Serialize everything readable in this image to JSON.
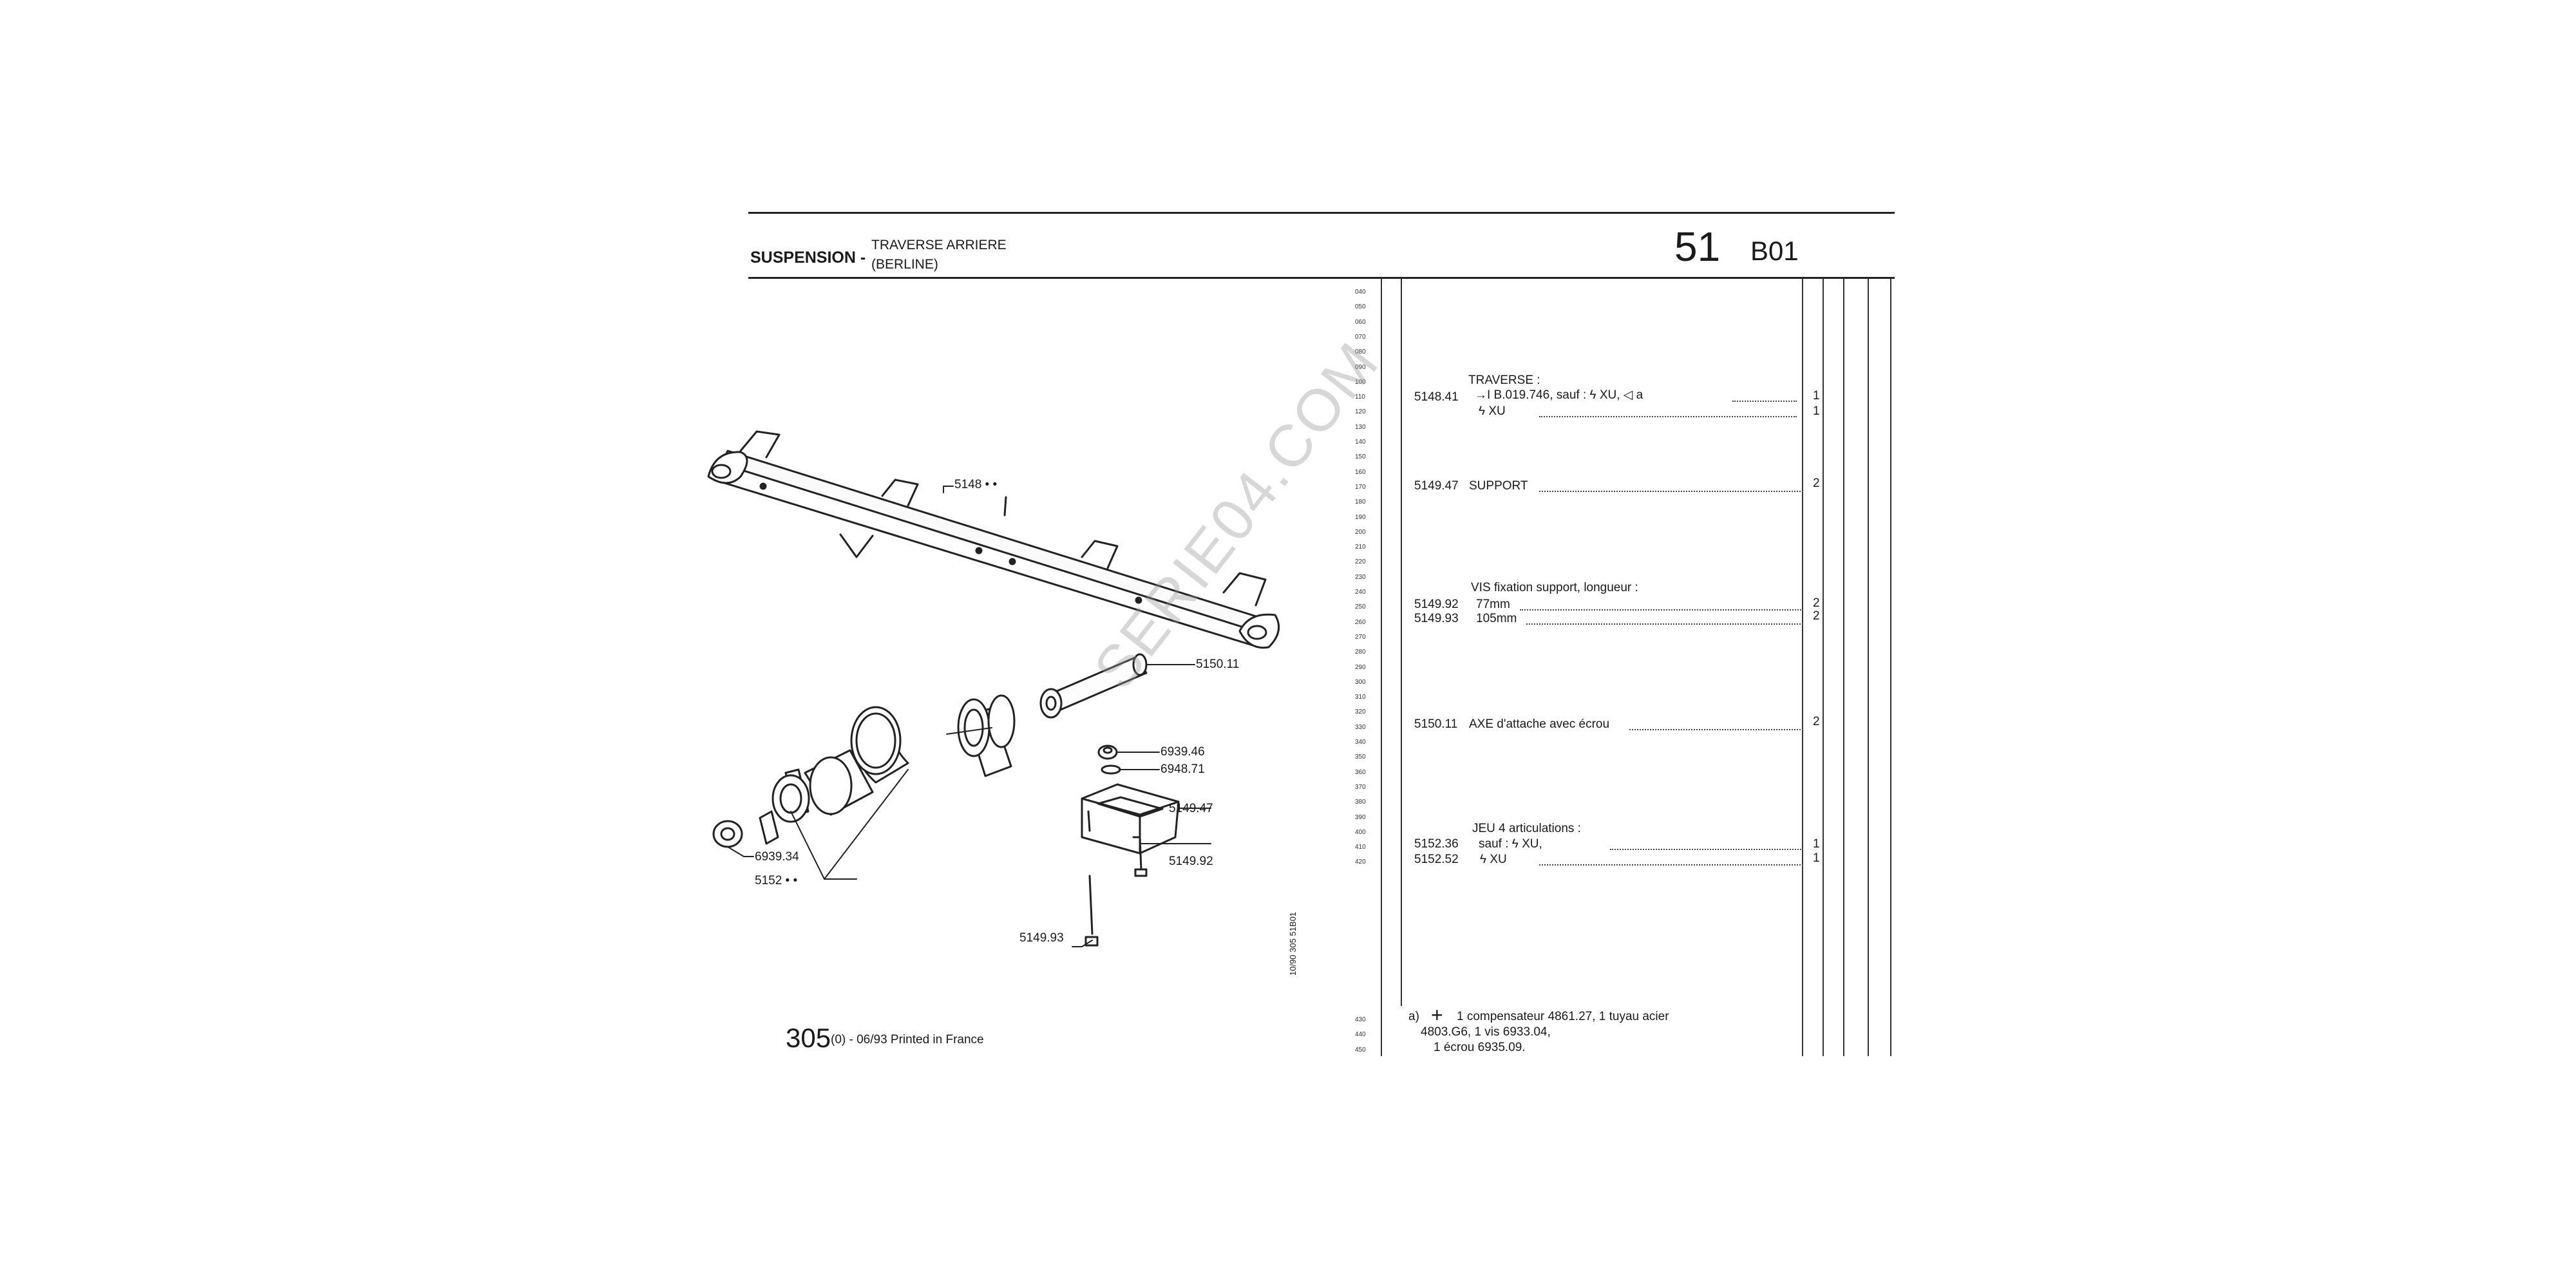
{
  "header": {
    "section": "SUSPENSION -",
    "subtitle_line1": "TRAVERSE ARRIERE",
    "subtitle_line2": "(BERLINE)",
    "group_number": "51",
    "group_code": "B01"
  },
  "row_numbers": [
    "040",
    "050",
    "060",
    "070",
    "080",
    "090",
    "100",
    "110",
    "120",
    "130",
    "140",
    "150",
    "160",
    "170",
    "180",
    "190",
    "200",
    "210",
    "220",
    "230",
    "240",
    "250",
    "260",
    "270",
    "280",
    "290",
    "300",
    "310",
    "320",
    "330",
    "340",
    "350",
    "360",
    "370",
    "380",
    "390",
    "400",
    "410",
    "420"
  ],
  "row_numbers_bottom": [
    "430",
    "440",
    "450"
  ],
  "entries": {
    "traverse_title": "TRAVERSE :",
    "traverse_ref": "5148.41",
    "traverse_line1": "→I B.019.746, sauf : ϟ  XU, ◁ a",
    "traverse_line2": "ϟ  XU",
    "traverse_qty1": "1",
    "traverse_qty2": "1",
    "support_ref": "5149.47",
    "support_desc": "SUPPORT",
    "support_qty": "2",
    "vis_title": "VIS fixation support, longueur :",
    "vis_ref1": "5149.92",
    "vis_desc1": "77mm",
    "vis_qty1": "2",
    "vis_ref2": "5149.93",
    "vis_desc2": "105mm",
    "vis_qty2": "2",
    "axe_ref": "5150.11",
    "axe_desc": "AXE d'attache avec écrou",
    "axe_qty": "2",
    "jeu_title": "JEU 4 articulations :",
    "jeu_ref1": "5152.36",
    "jeu_desc1": "sauf : ϟ  XU,",
    "jeu_qty1": "1",
    "jeu_ref2": "5152.52",
    "jeu_desc2": "ϟ  XU",
    "jeu_qty2": "1"
  },
  "footnote": {
    "marker": "a)",
    "plus": "+",
    "line1": "1 compensateur 4861.27, 1 tuyau acier",
    "line2": "4803.G6, 1 vis 6933.04,",
    "line3": "1 écrou 6935.09."
  },
  "callouts": {
    "c5148": "5148 • •",
    "c5150_11": "5150.11",
    "c6939_46": "6939.46",
    "c6948_71": "6948.71",
    "c5149_47": "5149.47",
    "c5149_92": "5149.92",
    "c5149_93": "5149.93",
    "c6939_34": "6939.34",
    "c5152": "5152 • •"
  },
  "side_code": "10/90 305  51B01",
  "footer": {
    "model": "305",
    "suffix": "(0) - 06/93 Printed in France"
  },
  "watermark": "SERIE04.COM"
}
